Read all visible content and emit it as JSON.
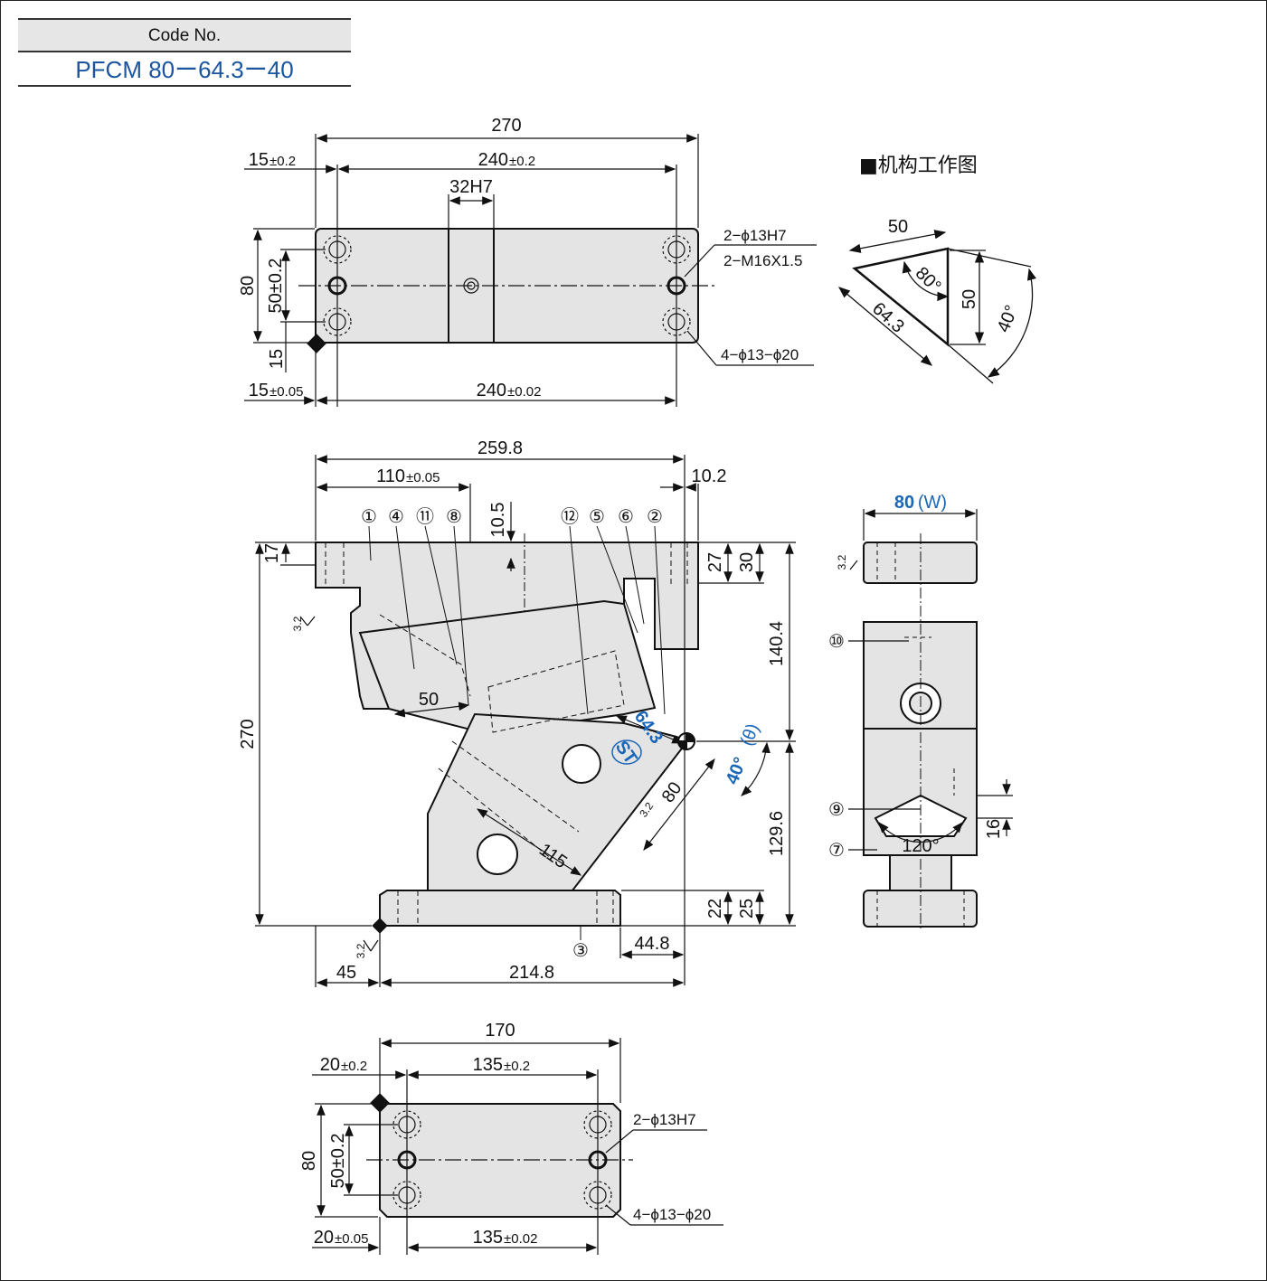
{
  "code_box": {
    "header": "Code No.",
    "value": "PFCM 80ー64.3ー40"
  },
  "mechanism_title": "■机构工作图",
  "top_view": {
    "overall": "270",
    "pitch": "240",
    "pitch_tol": "±0.2",
    "edge": "15",
    "edge_tol": "±0.2",
    "slot": "32H7",
    "height": "80",
    "hole_pitch": "50±0.2",
    "bottom_margin": "15",
    "bottom_edge": "15",
    "bottom_edge_tol": "±0.05",
    "bottom_pitch": "240",
    "bottom_pitch_tol": "±0.02",
    "callout_1": "2−ϕ13H7",
    "callout_2": "2−M16X1.5",
    "callout_3": "4−ϕ13−ϕ20"
  },
  "mechanism": {
    "d50_top": "50",
    "angle_80": "80°",
    "d50_side": "50",
    "d64": "64.3",
    "angle_40": "40°"
  },
  "front_view": {
    "overall": "259.8",
    "d110": "110",
    "d110_tol": "±0.05",
    "d10_2": "10.2",
    "d10_5": "10.5",
    "d17": "17",
    "d27": "27",
    "d30": "30",
    "d140": "140.4",
    "d270": "270",
    "d129": "129.6",
    "d50": "50",
    "stroke": "64.3",
    "st": "ST",
    "angle": "40°",
    "theta": "(θ)",
    "d80": "80",
    "d115": "115",
    "d22": "22",
    "d25": "25",
    "d44": "44.8",
    "d45": "45",
    "d214": "214.8",
    "rough": "3.2",
    "items": [
      "①",
      "④",
      "⑪",
      "⑧",
      "⑫",
      "⑤",
      "⑥",
      "②",
      "③"
    ]
  },
  "side_view": {
    "width": "80",
    "width_sym": "(W)",
    "rough": "3.2",
    "d16": "16",
    "angle": "120°",
    "items": [
      "⑩",
      "⑨",
      "⑦"
    ]
  },
  "base_view": {
    "overall": "170",
    "pitch": "135",
    "pitch_tol": "±0.2",
    "edge": "20",
    "edge_tol": "±0.2",
    "height": "80",
    "hole_pitch": "50±0.2",
    "bottom_edge": "20",
    "bottom_edge_tol": "±0.05",
    "bottom_pitch": "135",
    "bottom_pitch_tol": "±0.02",
    "callout_1": "2−ϕ13H7",
    "callout_2": "4−ϕ13−ϕ20"
  }
}
